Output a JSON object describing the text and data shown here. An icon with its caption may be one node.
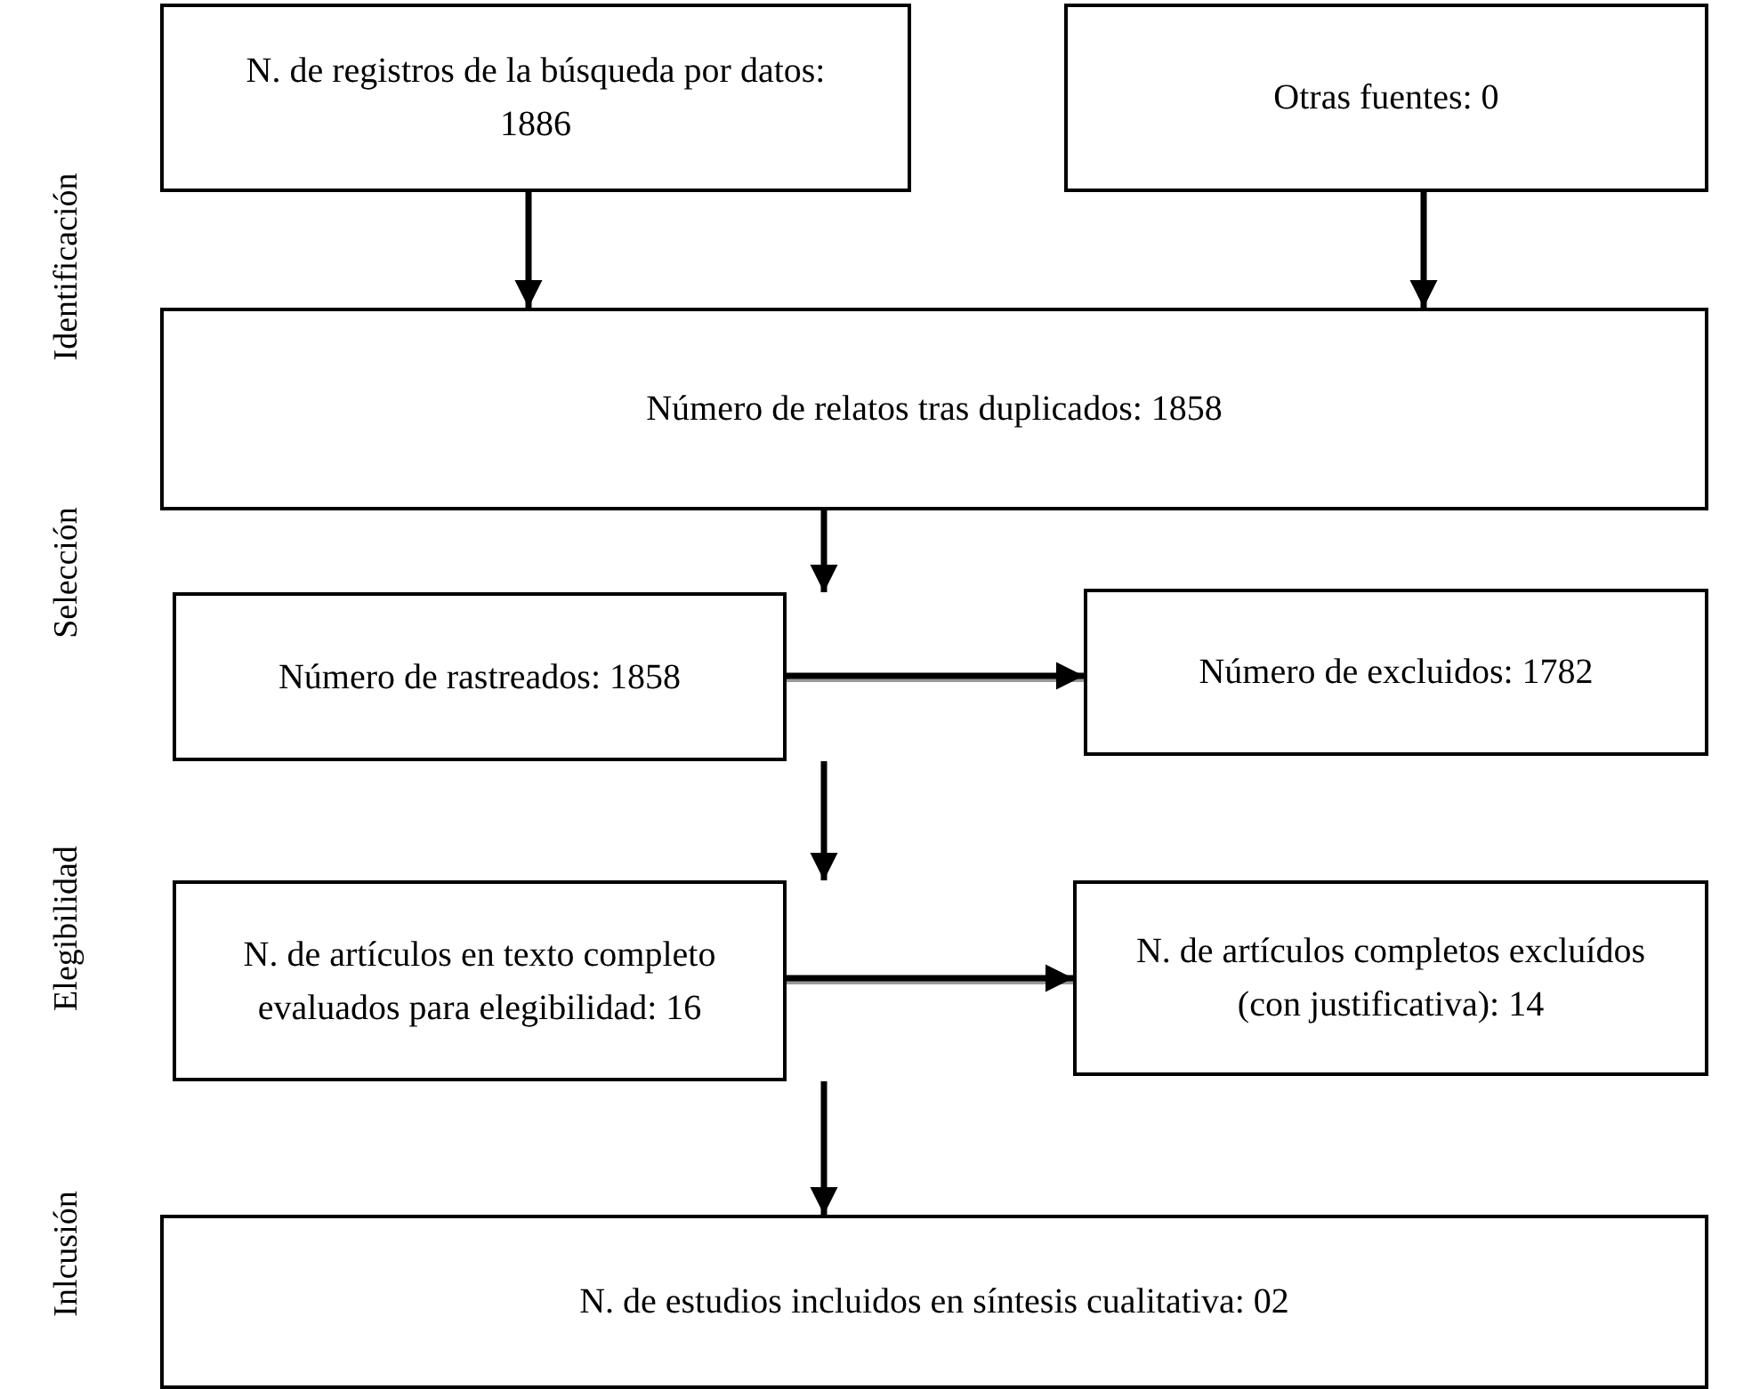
{
  "diagram": {
    "nodes": [
      {
        "text": [
          "N. de registros de la búsqueda por datos: 1886"
        ]
      },
      {
        "text": [
          "Otras fuentes: 0"
        ]
      },
      {
        "text": [
          "Número de relatos tras duplicados: 1858"
        ]
      },
      {
        "text": [
          "Número de rastreados: 1858"
        ]
      },
      {
        "text": [
          "Número de excluidos: 1782"
        ]
      },
      {
        "text": [
          "N. de artículos en texto completo evaluados para elegibilidad: 16"
        ]
      },
      {
        "text": [
          "N. de artículos completos excluídos (con justificativa): 14"
        ]
      },
      {
        "text": [
          "N. de estudios incluidos en síntesis cualitativa: 02"
        ]
      }
    ],
    "edges": [
      {
        "from": 0,
        "to": 2,
        "arrow": "to"
      },
      {
        "from": 1,
        "to": 2,
        "arrow": "to"
      },
      {
        "from": 2,
        "to": 3,
        "arrow": "to"
      },
      {
        "from": 3,
        "to": 4,
        "arrow": "to"
      },
      {
        "from": 3,
        "to": 5,
        "arrow": "to"
      },
      {
        "from": 5,
        "to": 6,
        "arrow": "to"
      },
      {
        "from": 5,
        "to": 7,
        "arrow": "to"
      }
    ],
    "labels": [
      "Identificación",
      "Selección",
      "Elegibilidad",
      "Inlcusión"
    ]
  }
}
